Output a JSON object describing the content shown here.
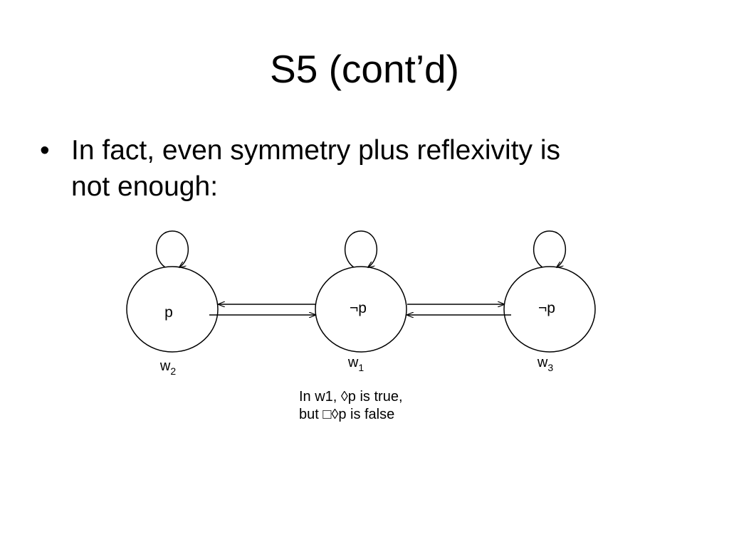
{
  "slide": {
    "title": "S5 (cont’d)",
    "bullets": [
      {
        "symbol": "•",
        "lines": [
          "In fact, even symmetry plus reflexivity is",
          "not enough:"
        ]
      }
    ]
  },
  "diagram": {
    "worlds": [
      {
        "id": "w2",
        "label": "p",
        "name_base": "w",
        "name_sub": "2"
      },
      {
        "id": "w1",
        "label": "¬p",
        "name_base": "w",
        "name_sub": "1"
      },
      {
        "id": "w3",
        "label": "¬p",
        "name_base": "w",
        "name_sub": "3"
      }
    ],
    "caption_lines": [
      "In w1, ◊p is true,",
      "but □◊p is false"
    ]
  }
}
